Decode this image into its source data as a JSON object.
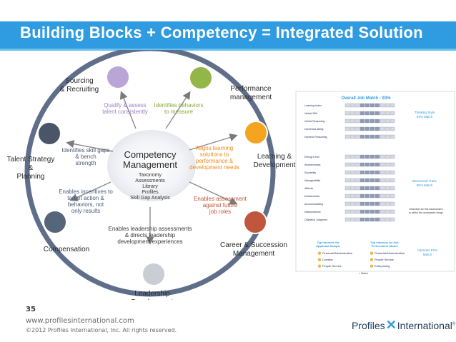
{
  "header": {
    "title": "Building Blocks + Competency = Integrated Solution"
  },
  "center": {
    "title": "Competency Management",
    "items": [
      "Taxonomy",
      "Assessments",
      "Library",
      "Profiles",
      "Skill Gap Analysis"
    ]
  },
  "nodes": [
    {
      "id": "sourcing",
      "label": "Sourcing & Recruiting",
      "color": "#b9a6d6"
    },
    {
      "id": "performance",
      "label": "Performance management",
      "color": "#93b648"
    },
    {
      "id": "learning",
      "label": "Learning & Development",
      "color": "#f4a41e"
    },
    {
      "id": "career",
      "label": "Career & Succession Management",
      "color": "#c0563d"
    },
    {
      "id": "leadership",
      "label": "Leadership Development",
      "color": "#c9cdd4"
    },
    {
      "id": "compensation",
      "label": "Compensation",
      "color": "#56667a"
    },
    {
      "id": "talent",
      "label": "Talent Strategy & Planning",
      "color": "#4a5568"
    }
  ],
  "annotations": [
    {
      "id": "qualify",
      "text": "Qualify & assess talent consistently",
      "color": "#9b7fc4"
    },
    {
      "id": "identifies",
      "text": "Identifies behaviors to measure",
      "color": "#8aa93a"
    },
    {
      "id": "aligns",
      "text": "Aligns learning solutions to performance & development needs",
      "color": "#f08a1c"
    },
    {
      "id": "enables-assess",
      "text": "Enables assessment against future job roles",
      "color": "#c0563d"
    },
    {
      "id": "enables-leader",
      "text": "Enables leadership assessments & directs leadership development experiences",
      "color": "#3a3a3a"
    },
    {
      "id": "incentives",
      "text": "Enables incentives to target action & behaviors, not only results",
      "color": "#4a5a78"
    },
    {
      "id": "skillgaps",
      "text": "Identifies skill gaps & bench strength",
      "color": "#4a5a78"
    }
  ],
  "report": {
    "title": "Overall Job Match - 93%",
    "rows_top": [
      "Learning Index",
      "Verbal Skill",
      "Verbal Reasoning",
      "Numerical Ability",
      "Numeric Reasoning"
    ],
    "note_top": "Thinking Style 93% Match",
    "rows_mid": [
      "Energy Level",
      "Assertiveness",
      "Sociability",
      "Manageability",
      "Attitude",
      "Decisiveness",
      "Accommodating",
      "Independence",
      "Objective Judgment"
    ],
    "note_mid": "Behavioral Traits 95% Match",
    "note_dist": "Distortion for this assessment is within the acceptable range",
    "interest_left": "Top Interests for Applicant Sample",
    "interest_right": "Top Interests for this Performance Model",
    "interest_items_left": [
      "Financial/Administrative",
      "Creative",
      "People Service"
    ],
    "interest_items_right": [
      "Financial/Administrative",
      "People Service",
      "Enterprising"
    ],
    "note_int": "Interests 87% Match",
    "legend": "= Match"
  },
  "footer": {
    "slide_number": "35",
    "website": "www.profilesinternational.com",
    "copyright": "©2012 Profiles International, Inc. All rights reserved."
  },
  "logo": {
    "word1": "Profiles",
    "word2": "International"
  }
}
